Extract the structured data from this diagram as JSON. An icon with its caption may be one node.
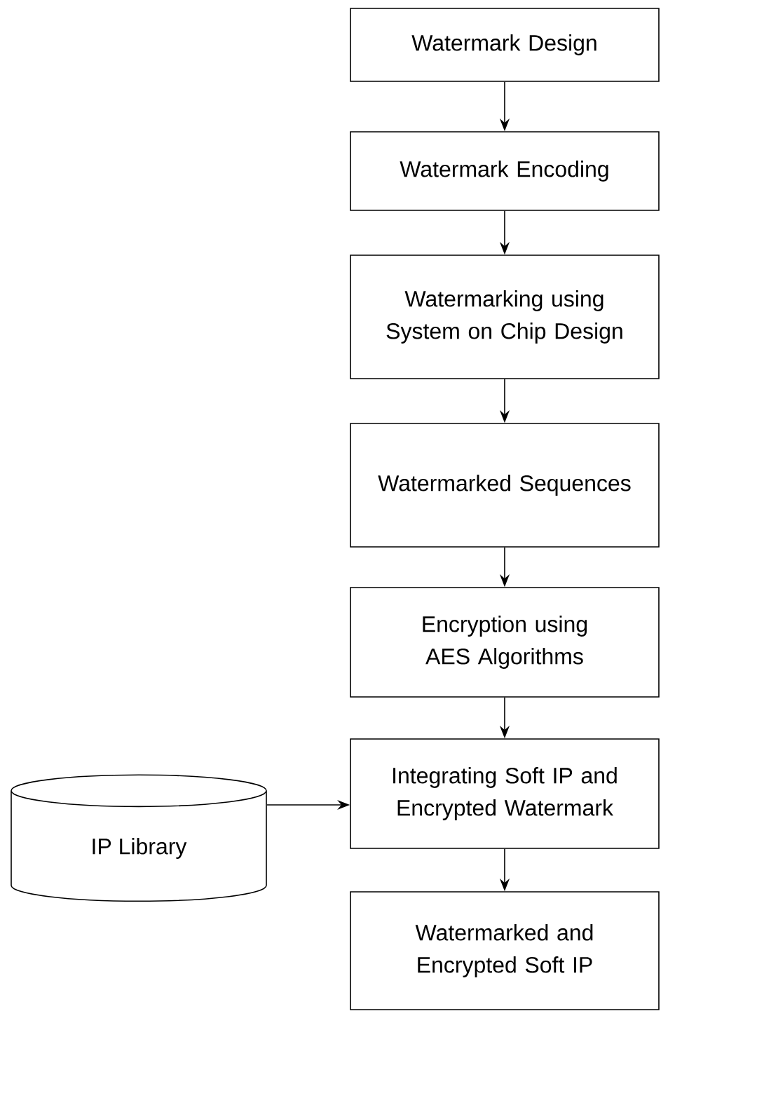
{
  "diagram": {
    "nodes": [
      {
        "text": [
          "Watermark Design"
        ]
      },
      {
        "text": [
          "Watermark Encoding"
        ]
      },
      {
        "text": [
          "Watermarking using System on Chip Design"
        ]
      },
      {
        "text": [
          "Watermarked Sequences"
        ]
      },
      {
        "text": [
          "Encryption using AES Algorithms"
        ]
      },
      {
        "text": [
          "IP Library"
        ]
      },
      {
        "text": [
          "Integrating Soft IP and Encrypted Watermark"
        ]
      },
      {
        "text": [
          "Watermarked and Encrypted Soft IP"
        ]
      }
    ],
    "edges": [
      {
        "from": 0,
        "to": 1,
        "arrow": "to"
      },
      {
        "from": 1,
        "to": 2,
        "arrow": "to"
      },
      {
        "from": 2,
        "to": 3,
        "arrow": "to"
      },
      {
        "from": 3,
        "to": 4,
        "arrow": "to"
      },
      {
        "from": 4,
        "to": 6,
        "arrow": "to"
      },
      {
        "from": 5,
        "to": 6,
        "arrow": "to"
      },
      {
        "from": 6,
        "to": 7,
        "arrow": "to"
      }
    ]
  }
}
